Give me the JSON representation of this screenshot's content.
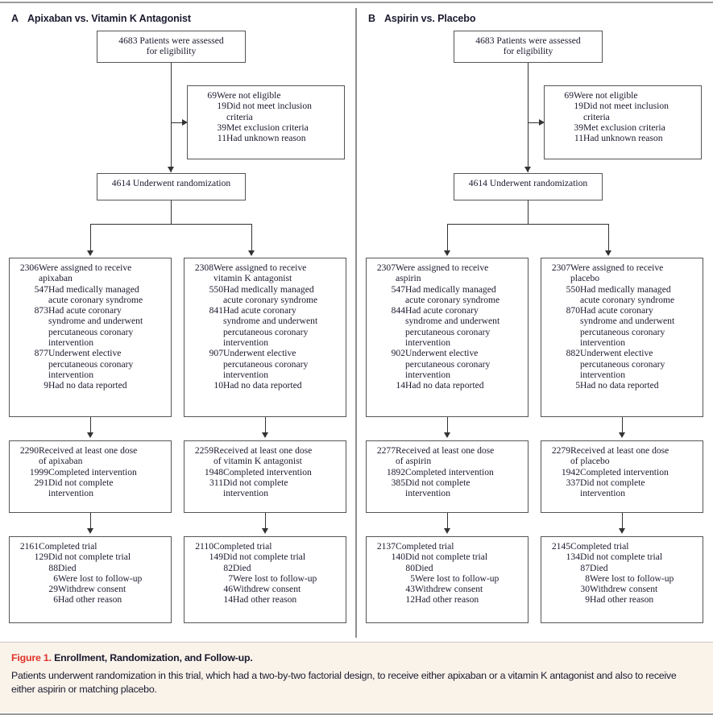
{
  "figure": {
    "caption_label": "Figure 1.",
    "caption_title": " Enrollment, Randomization, and Follow-up.",
    "caption_body": "Patients underwent randomization in this trial, which had a two-by-two factorial design, to receive either apixaban or a vitamin K antagonist and also to receive either aspirin or matching placebo.",
    "accent_color": "#e03127",
    "text_color": "#1a1a2e",
    "caption_bg": "#faf3ea"
  },
  "panels": [
    {
      "letter": "A",
      "title": "Apixaban vs. Vitamin K Antagonist",
      "assessed": {
        "l1": "4683 Patients were assessed",
        "l2": "for eligibility"
      },
      "excluded": {
        "head_num": "69",
        "head_txt": "Were not eligible",
        "items": [
          {
            "num": "19",
            "txt": "Did not meet inclusion",
            "cont": "criteria"
          },
          {
            "num": "39",
            "txt": "Met exclusion criteria",
            "cont": ""
          },
          {
            "num": "11",
            "txt": "Had unknown reason",
            "cont": ""
          }
        ]
      },
      "randomized": "4614 Underwent randomization",
      "arms": [
        {
          "assigned_num": "2306",
          "assigned_txt": "Were assigned to receive",
          "assigned_cont": "apixaban",
          "items": [
            {
              "num": "547",
              "txt": "Had medically managed",
              "cont": [
                "acute coronary syndrome"
              ]
            },
            {
              "num": "873",
              "txt": "Had acute coronary",
              "cont": [
                "syndrome and underwent",
                "percutaneous coronary",
                "intervention"
              ]
            },
            {
              "num": "877",
              "txt": "Underwent elective",
              "cont": [
                "percutaneous coronary",
                "intervention"
              ]
            },
            {
              "num": "9",
              "txt": "Had no data reported",
              "cont": []
            }
          ],
          "dose_num": "2290",
          "dose_txt": "Received at least one dose",
          "dose_cont": "of apixaban",
          "dose_items": [
            {
              "num": "1999",
              "txt": "Completed intervention",
              "cont": []
            },
            {
              "num": "291",
              "txt": "Did not complete",
              "cont": [
                "intervention"
              ]
            }
          ],
          "trial_num": "2161",
          "trial_txt": "Completed trial",
          "trial_items": [
            {
              "num": "129",
              "txt": "Did not complete trial",
              "level": 1
            },
            {
              "num": "88",
              "txt": "Died",
              "level": 2
            },
            {
              "num": "6",
              "txt": "Were lost to follow-up",
              "level": 2
            },
            {
              "num": "29",
              "txt": "Withdrew consent",
              "level": 2
            },
            {
              "num": "6",
              "txt": "Had other reason",
              "level": 2
            }
          ]
        },
        {
          "assigned_num": "2308",
          "assigned_txt": "Were assigned to receive",
          "assigned_cont": "vitamin K antagonist",
          "items": [
            {
              "num": "550",
              "txt": "Had medically managed",
              "cont": [
                "acute coronary syndrome"
              ]
            },
            {
              "num": "841",
              "txt": "Had acute coronary",
              "cont": [
                "syndrome and underwent",
                "percutaneous coronary",
                "intervention"
              ]
            },
            {
              "num": "907",
              "txt": "Underwent elective",
              "cont": [
                "percutaneous coronary",
                "intervention"
              ]
            },
            {
              "num": "10",
              "txt": "Had no data reported",
              "cont": []
            }
          ],
          "dose_num": "2259",
          "dose_txt": "Received at least one dose",
          "dose_cont": "of vitamin K antagonist",
          "dose_items": [
            {
              "num": "1948",
              "txt": "Completed intervention",
              "cont": []
            },
            {
              "num": "311",
              "txt": "Did not complete",
              "cont": [
                "intervention"
              ]
            }
          ],
          "trial_num": "2110",
          "trial_txt": "Completed trial",
          "trial_items": [
            {
              "num": "149",
              "txt": "Did not complete trial",
              "level": 1
            },
            {
              "num": "82",
              "txt": "Died",
              "level": 2
            },
            {
              "num": "7",
              "txt": "Were lost to follow-up",
              "level": 2
            },
            {
              "num": "46",
              "txt": "Withdrew consent",
              "level": 2
            },
            {
              "num": "14",
              "txt": "Had other reason",
              "level": 2
            }
          ]
        }
      ]
    },
    {
      "letter": "B",
      "title": "Aspirin vs. Placebo",
      "assessed": {
        "l1": "4683 Patients were assessed",
        "l2": "for eligibility"
      },
      "excluded": {
        "head_num": "69",
        "head_txt": "Were not eligible",
        "items": [
          {
            "num": "19",
            "txt": "Did not meet inclusion",
            "cont": "criteria"
          },
          {
            "num": "39",
            "txt": "Met exclusion criteria",
            "cont": ""
          },
          {
            "num": "11",
            "txt": "Had unknown reason",
            "cont": ""
          }
        ]
      },
      "randomized": "4614 Underwent randomization",
      "arms": [
        {
          "assigned_num": "2307",
          "assigned_txt": "Were assigned to receive",
          "assigned_cont": "aspirin",
          "items": [
            {
              "num": "547",
              "txt": "Had medically managed",
              "cont": [
                "acute coronary syndrome"
              ]
            },
            {
              "num": "844",
              "txt": "Had acute coronary",
              "cont": [
                "syndrome and underwent",
                "percutaneous coronary",
                "intervention"
              ]
            },
            {
              "num": "902",
              "txt": "Underwent elective",
              "cont": [
                "percutaneous coronary",
                "intervention"
              ]
            },
            {
              "num": "14",
              "txt": "Had no data reported",
              "cont": []
            }
          ],
          "dose_num": "2277",
          "dose_txt": "Received at least one dose",
          "dose_cont": "of aspirin",
          "dose_items": [
            {
              "num": "1892",
              "txt": "Completed intervention",
              "cont": []
            },
            {
              "num": "385",
              "txt": "Did not complete",
              "cont": [
                "intervention"
              ]
            }
          ],
          "trial_num": "2137",
          "trial_txt": "Completed trial",
          "trial_items": [
            {
              "num": "140",
              "txt": "Did not complete trial",
              "level": 1
            },
            {
              "num": "80",
              "txt": "Died",
              "level": 2
            },
            {
              "num": "5",
              "txt": "Were lost to follow-up",
              "level": 2
            },
            {
              "num": "43",
              "txt": "Withdrew consent",
              "level": 2
            },
            {
              "num": "12",
              "txt": "Had other reason",
              "level": 2
            }
          ]
        },
        {
          "assigned_num": "2307",
          "assigned_txt": "Were assigned to receive",
          "assigned_cont": "placebo",
          "items": [
            {
              "num": "550",
              "txt": "Had medically managed",
              "cont": [
                "acute coronary syndrome"
              ]
            },
            {
              "num": "870",
              "txt": "Had acute coronary",
              "cont": [
                "syndrome and underwent",
                "percutaneous coronary",
                "intervention"
              ]
            },
            {
              "num": "882",
              "txt": "Underwent elective",
              "cont": [
                "percutaneous coronary",
                "intervention"
              ]
            },
            {
              "num": "5",
              "txt": "Had no data reported",
              "cont": []
            }
          ],
          "dose_num": "2279",
          "dose_txt": "Received at least one dose",
          "dose_cont": "of placebo",
          "dose_items": [
            {
              "num": "1942",
              "txt": "Completed intervention",
              "cont": []
            },
            {
              "num": "337",
              "txt": "Did not complete",
              "cont": [
                "intervention"
              ]
            }
          ],
          "trial_num": "2145",
          "trial_txt": "Completed trial",
          "trial_items": [
            {
              "num": "134",
              "txt": "Did not complete trial",
              "level": 1
            },
            {
              "num": "87",
              "txt": "Died",
              "level": 2
            },
            {
              "num": "8",
              "txt": "Were lost to follow-up",
              "level": 2
            },
            {
              "num": "30",
              "txt": "Withdrew consent",
              "level": 2
            },
            {
              "num": "9",
              "txt": "Had other reason",
              "level": 2
            }
          ]
        }
      ]
    }
  ]
}
